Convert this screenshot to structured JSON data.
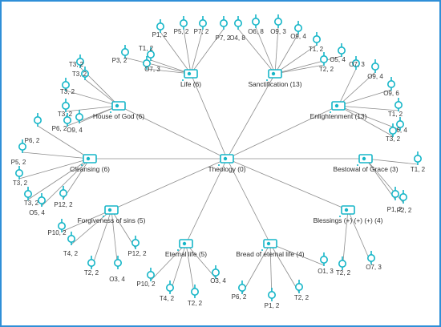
{
  "diagram": {
    "colors": {
      "node_accent": "#16b6c8",
      "edge": "#8c8c8c",
      "frame_border": "#2f8fd8"
    },
    "hubs": [
      {
        "id": "theology",
        "label": "Theology (0)"
      },
      {
        "id": "life",
        "label": "Life (6)"
      },
      {
        "id": "sanctification",
        "label": "Sanctification (13)"
      },
      {
        "id": "enlightenment",
        "label": "Enlightenment (13)"
      },
      {
        "id": "house",
        "label": "House of God (6)"
      },
      {
        "id": "cleansing",
        "label": "Cleansing (6)"
      },
      {
        "id": "bestowal",
        "label": "Bestowal of Grace (3)"
      },
      {
        "id": "forgiveness",
        "label": "Forgiveness of sins (5)"
      },
      {
        "id": "eternal",
        "label": "Eternal life (5)"
      },
      {
        "id": "bread",
        "label": "Bread of eternal life (4)"
      },
      {
        "id": "blessings",
        "label": "Blessings (+) (+) (+) (4)"
      }
    ],
    "leaves": [
      {
        "label": "T1, 2",
        "hub": "life"
      },
      {
        "label": "P1, 2",
        "hub": "life"
      },
      {
        "label": "P5, 2",
        "hub": "life"
      },
      {
        "label": "P7, 2",
        "hub": "life"
      },
      {
        "label": "P7, 2",
        "hub": "life"
      },
      {
        "label": "P3, 2",
        "hub": "life"
      },
      {
        "label": "O7, 3",
        "hub": "life"
      },
      {
        "label": "O4, 8",
        "hub": "sanctification"
      },
      {
        "label": "O6, 8",
        "hub": "sanctification"
      },
      {
        "label": "O9, 3",
        "hub": "sanctification"
      },
      {
        "label": "O9, 4",
        "hub": "sanctification"
      },
      {
        "label": "T1, 2",
        "hub": "sanctification"
      },
      {
        "label": "O5, 4",
        "hub": "sanctification"
      },
      {
        "label": "T2, 2",
        "hub": "sanctification"
      },
      {
        "label": "O7, 3",
        "hub": "enlightenment"
      },
      {
        "label": "O9, 4",
        "hub": "enlightenment"
      },
      {
        "label": "O9, 6",
        "hub": "enlightenment"
      },
      {
        "label": "T1, 2",
        "hub": "enlightenment"
      },
      {
        "label": "O6, 4",
        "hub": "enlightenment"
      },
      {
        "label": "T3, 2",
        "hub": "enlightenment"
      },
      {
        "label": "T3, 2",
        "hub": "house"
      },
      {
        "label": "T3, 2",
        "hub": "house"
      },
      {
        "label": "T3, 2",
        "hub": "house"
      },
      {
        "label": "T3, 2",
        "hub": "house"
      },
      {
        "label": "O9, 4",
        "hub": "house"
      },
      {
        "label": "P6, 2",
        "hub": "house"
      },
      {
        "label": "P6, 2",
        "hub": "cleansing"
      },
      {
        "label": "P5, 2",
        "hub": "cleansing"
      },
      {
        "label": "T3, 2",
        "hub": "cleansing"
      },
      {
        "label": "T3, 2",
        "hub": "cleansing"
      },
      {
        "label": "O5, 4",
        "hub": "cleansing"
      },
      {
        "label": "P12, 2",
        "hub": "cleansing"
      },
      {
        "label": "T1, 2",
        "hub": "bestowal"
      },
      {
        "label": "P1, 2",
        "hub": "bestowal"
      },
      {
        "label": "P2, 2",
        "hub": "bestowal"
      },
      {
        "label": "P10, 2",
        "hub": "forgiveness"
      },
      {
        "label": "T4, 2",
        "hub": "forgiveness"
      },
      {
        "label": "T2, 2",
        "hub": "forgiveness"
      },
      {
        "label": "O3, 4",
        "hub": "forgiveness"
      },
      {
        "label": "P12, 2",
        "hub": "forgiveness"
      },
      {
        "label": "P10, 2",
        "hub": "eternal"
      },
      {
        "label": "T4, 2",
        "hub": "eternal"
      },
      {
        "label": "T2, 2",
        "hub": "eternal"
      },
      {
        "label": "O3, 4",
        "hub": "eternal"
      },
      {
        "label": "P6, 2",
        "hub": "bread"
      },
      {
        "label": "P1, 2",
        "hub": "bread"
      },
      {
        "label": "T2, 2",
        "hub": "bread"
      },
      {
        "label": "O1, 3",
        "hub": "bread"
      },
      {
        "label": "T2, 2",
        "hub": "blessings"
      },
      {
        "label": "O7, 3",
        "hub": "blessings"
      },
      {
        "label": "O7, 3",
        "hub": "blessings"
      }
    ]
  }
}
